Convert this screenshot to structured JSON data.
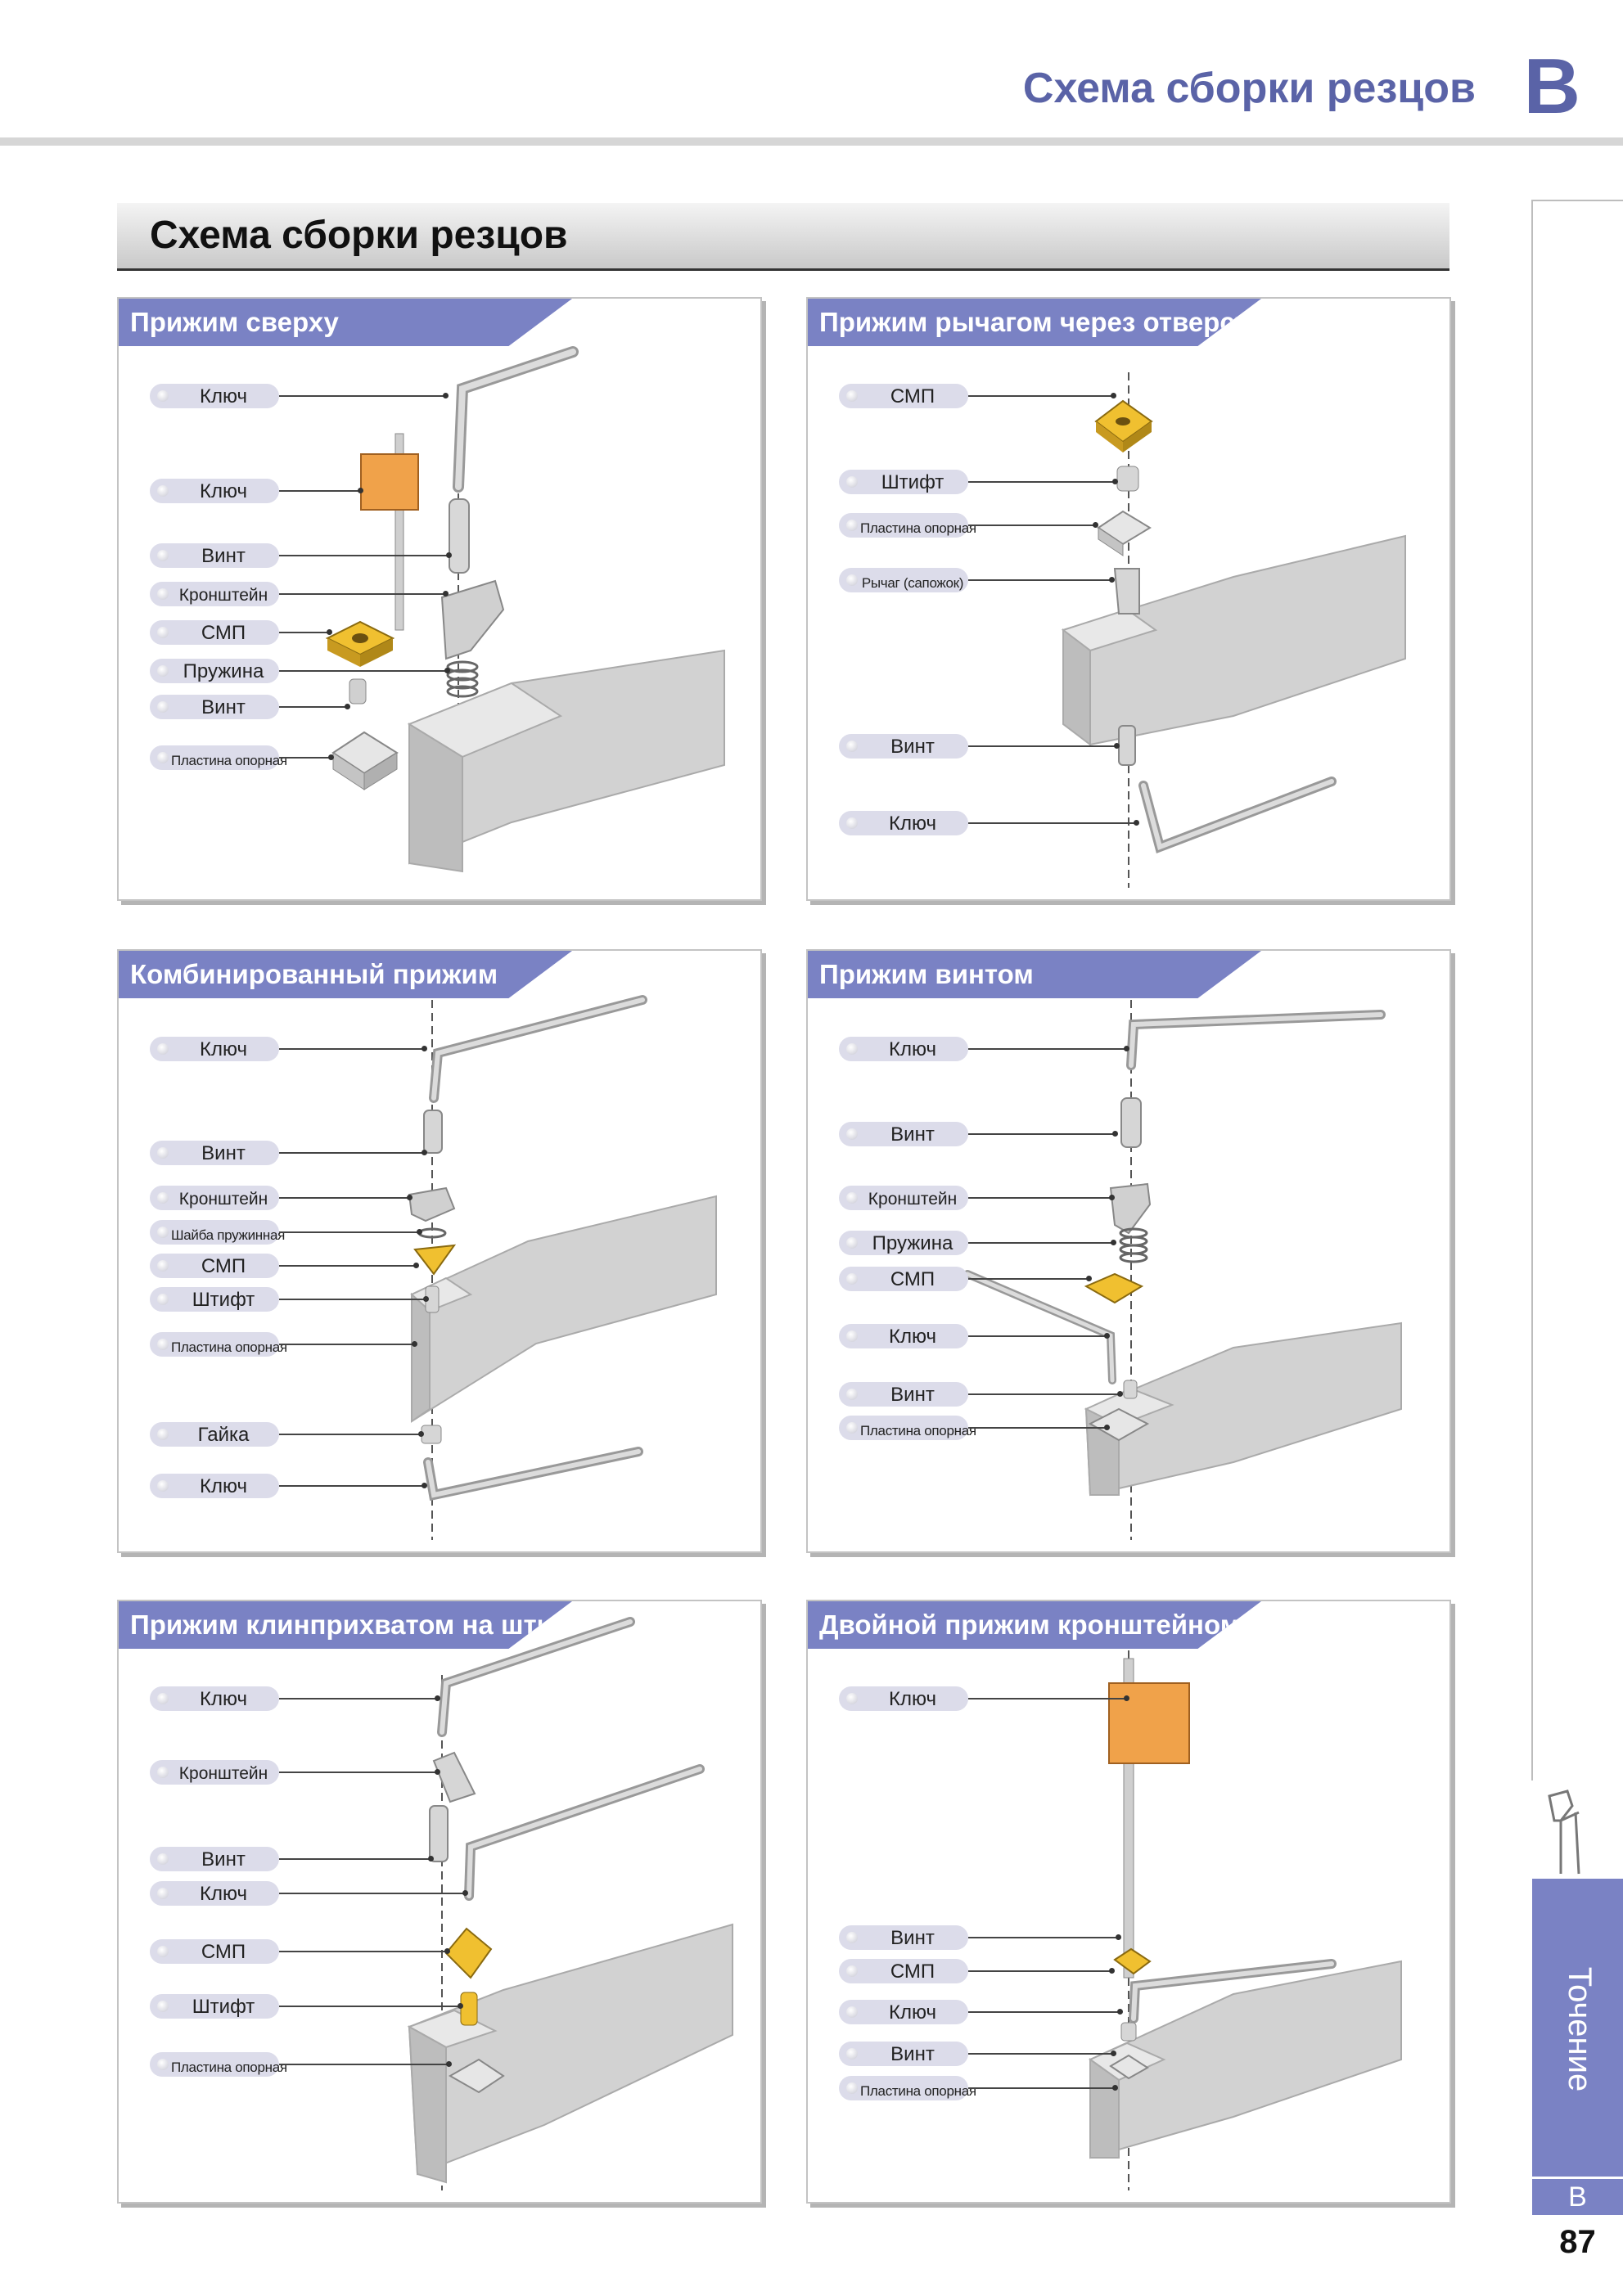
{
  "header": {
    "title": "Схема сборки резцов",
    "letter": "B"
  },
  "section_title": "Схема сборки резцов",
  "panels": [
    {
      "title": "Прижим сверху",
      "labels": [
        "Ключ",
        "Ключ",
        "Винт",
        "Кронштейн",
        "СМП",
        "Пружина",
        "Винт",
        "Пластина опорная"
      ]
    },
    {
      "title": "Прижим рычагом через отверстие",
      "labels": [
        "СМП",
        "Штифт",
        "Пластина опорная",
        "Рычаг (сапожок)",
        "Винт",
        "Ключ"
      ]
    },
    {
      "title": "Комбинированный прижим",
      "labels": [
        "Ключ",
        "Винт",
        "Кронштейн",
        "Шайба пружинная",
        "СМП",
        "Штифт",
        "Пластина опорная",
        "Гайка",
        "Ключ"
      ]
    },
    {
      "title": "Прижим винтом",
      "labels": [
        "Ключ",
        "Винт",
        "Кронштейн",
        "Пружина",
        "СМП",
        "Ключ",
        "Винт",
        "Пластина опорная"
      ]
    },
    {
      "title": "Прижим клинприхватом на штифте",
      "labels": [
        "Ключ",
        "Кронштейн",
        "Винт",
        "Ключ",
        "СМП",
        "Штифт",
        "Пластина опорная"
      ]
    },
    {
      "title": "Двойной прижим кронштейном",
      "labels": [
        "Ключ",
        "Винт",
        "СМП",
        "Ключ",
        "Винт",
        "Пластина опорная"
      ]
    }
  ],
  "sidebar": {
    "tab_label": "Точение",
    "section_letter": "B"
  },
  "page_number": "87",
  "colors": {
    "accent": "#7a82c4",
    "header_text": "#5a63a7",
    "insert": "#f0c030",
    "tool_body": "#d4d4d4"
  }
}
